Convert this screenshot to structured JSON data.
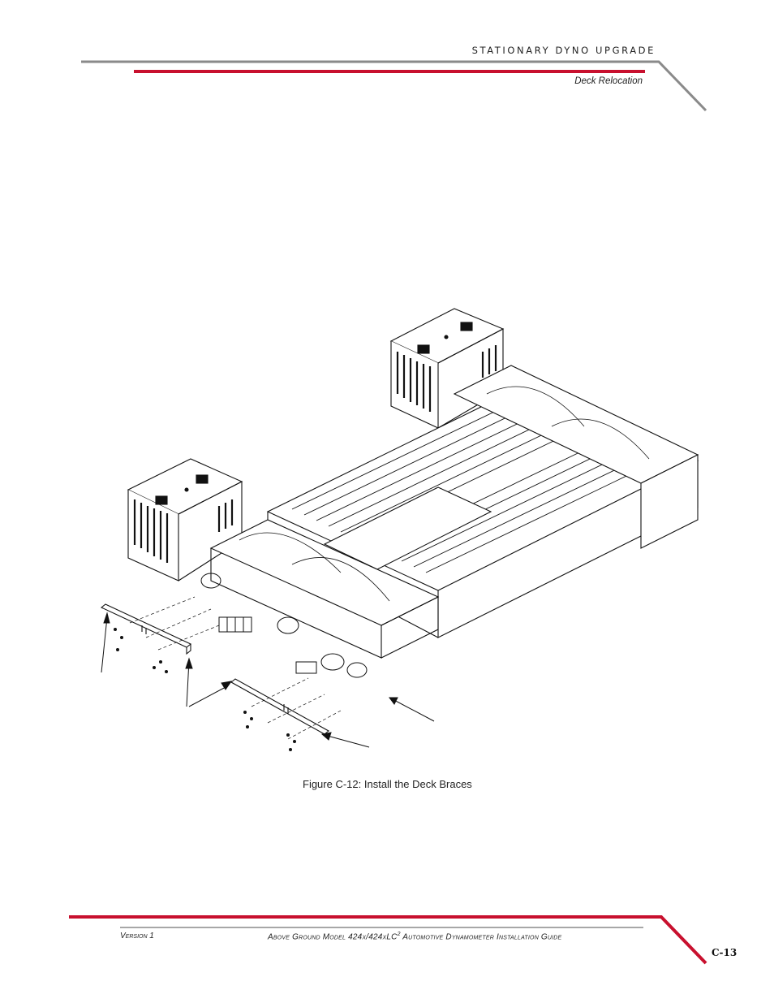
{
  "header": {
    "section_title": "STATIONARY DYNO UPGRADE",
    "subsection": "Deck Relocation",
    "accent_color": "#c8102e",
    "rule_color": "#8a8a8a"
  },
  "figure": {
    "caption": "Figure C-12: Install the Deck Braces",
    "description_icon": "deck-brace-installation-drawing"
  },
  "footer": {
    "version": "Version 1",
    "guide_title": "Above Ground Model 424x/424xLC",
    "guide_superscript": "2",
    "guide_title_rest": " Automotive Dynamometer Installation Guide",
    "page_number": "C-13"
  }
}
